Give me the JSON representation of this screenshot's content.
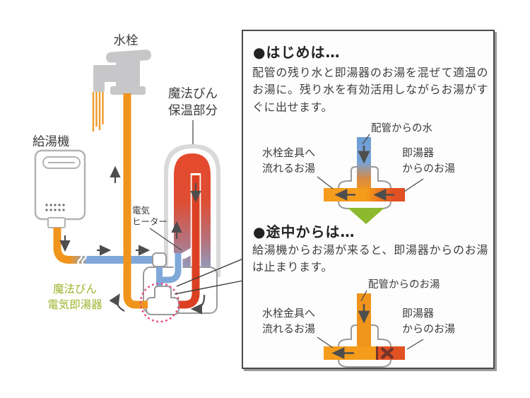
{
  "colors": {
    "pipe_orange": "#F0941C",
    "pipe_blue": "#7FA8D9",
    "pipe_hot_red": "#DB4023",
    "detail_red": "#E25122",
    "tank_top_red": "#E5492C",
    "tank_bottom_blue": "#8BA3CE",
    "triangle_green": "#8DB92E",
    "unit_label_green": "#9EB32E",
    "highlight_pink": "#EA4B85",
    "metal_gray": "#C7C7C9",
    "arrow_gray": "#4D4D4D",
    "box_border": "#4A4A4A",
    "text": "#3C3C3C",
    "blocked_x": "#74352A"
  },
  "left_diagram": {
    "faucet_label": "水栓",
    "heater_label": "給湯機",
    "tank_label": {
      "line1": "魔法びん",
      "line2": "保温部分"
    },
    "electric_heater_label": {
      "line1": "電気",
      "line2": "ヒーター"
    },
    "unit_label": {
      "line1": "魔法びん",
      "line2": "電気即湯器"
    }
  },
  "callout": {
    "section_initial": {
      "heading": "●はじめは…",
      "body": "配管の残り水と即湯器のお湯を混ぜて適温のお湯に。残り水を有効活用しながらお湯がすぐに出せます。",
      "diagram": {
        "top_label": "配管からの水",
        "left_label": {
          "line1": "水栓金具へ",
          "line2": "流れるお湯"
        },
        "right_label": {
          "line1": "即湯器",
          "line2": "からのお湯"
        }
      }
    },
    "section_midway": {
      "heading": "●途中からは…",
      "body": "給湯機からお湯が来ると、即湯器からのお湯は止まります。",
      "diagram": {
        "top_label": "配管からのお湯",
        "left_label": {
          "line1": "水栓金具へ",
          "line2": "流れるお湯"
        },
        "right_label": {
          "line1": "即湯器",
          "line2": "からのお湯"
        }
      }
    }
  }
}
